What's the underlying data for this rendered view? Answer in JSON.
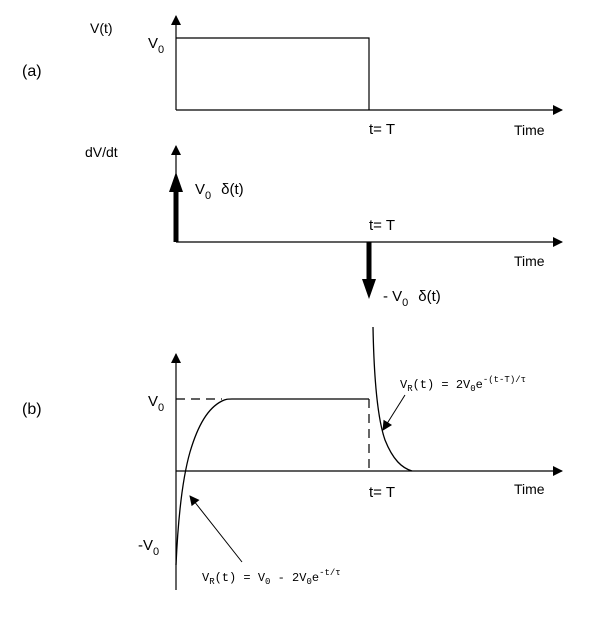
{
  "panel_a": {
    "label": "(a)",
    "v_axis": {
      "label": "V(t)"
    },
    "v0_label": {
      "main": "V",
      "sub": "0"
    },
    "tT_label": "t= T",
    "time_label": "Time",
    "dv_axis": {
      "label": "dV/dt"
    },
    "pos_impulse": {
      "v": "V",
      "sub": "0",
      "delta": "δ(t)"
    },
    "tT_label2": "t= T",
    "time_label2": "Time",
    "neg_impulse": {
      "prefix": "- V",
      "sub": "0",
      "delta": "δ(t)"
    }
  },
  "panel_b": {
    "label": "(b)",
    "v0_label": {
      "main": "V",
      "sub": "0"
    },
    "neg_v0_label": {
      "main": "-V",
      "sub": "0"
    },
    "tT_label": "t= T",
    "time_label": "Time",
    "formula_top": {
      "a": "V",
      "a_sub": "R",
      "b": "(t) = 2V",
      "b_sub": "0",
      "c": "e",
      "exp": "-(t-T)/τ"
    },
    "formula_bottom": {
      "a": "V",
      "a_sub": "R",
      "b": "(t) = V",
      "b_sub": "0",
      "c": " - 2V",
      "c_sub": "0",
      "d": "e",
      "exp": "-t/τ"
    }
  }
}
